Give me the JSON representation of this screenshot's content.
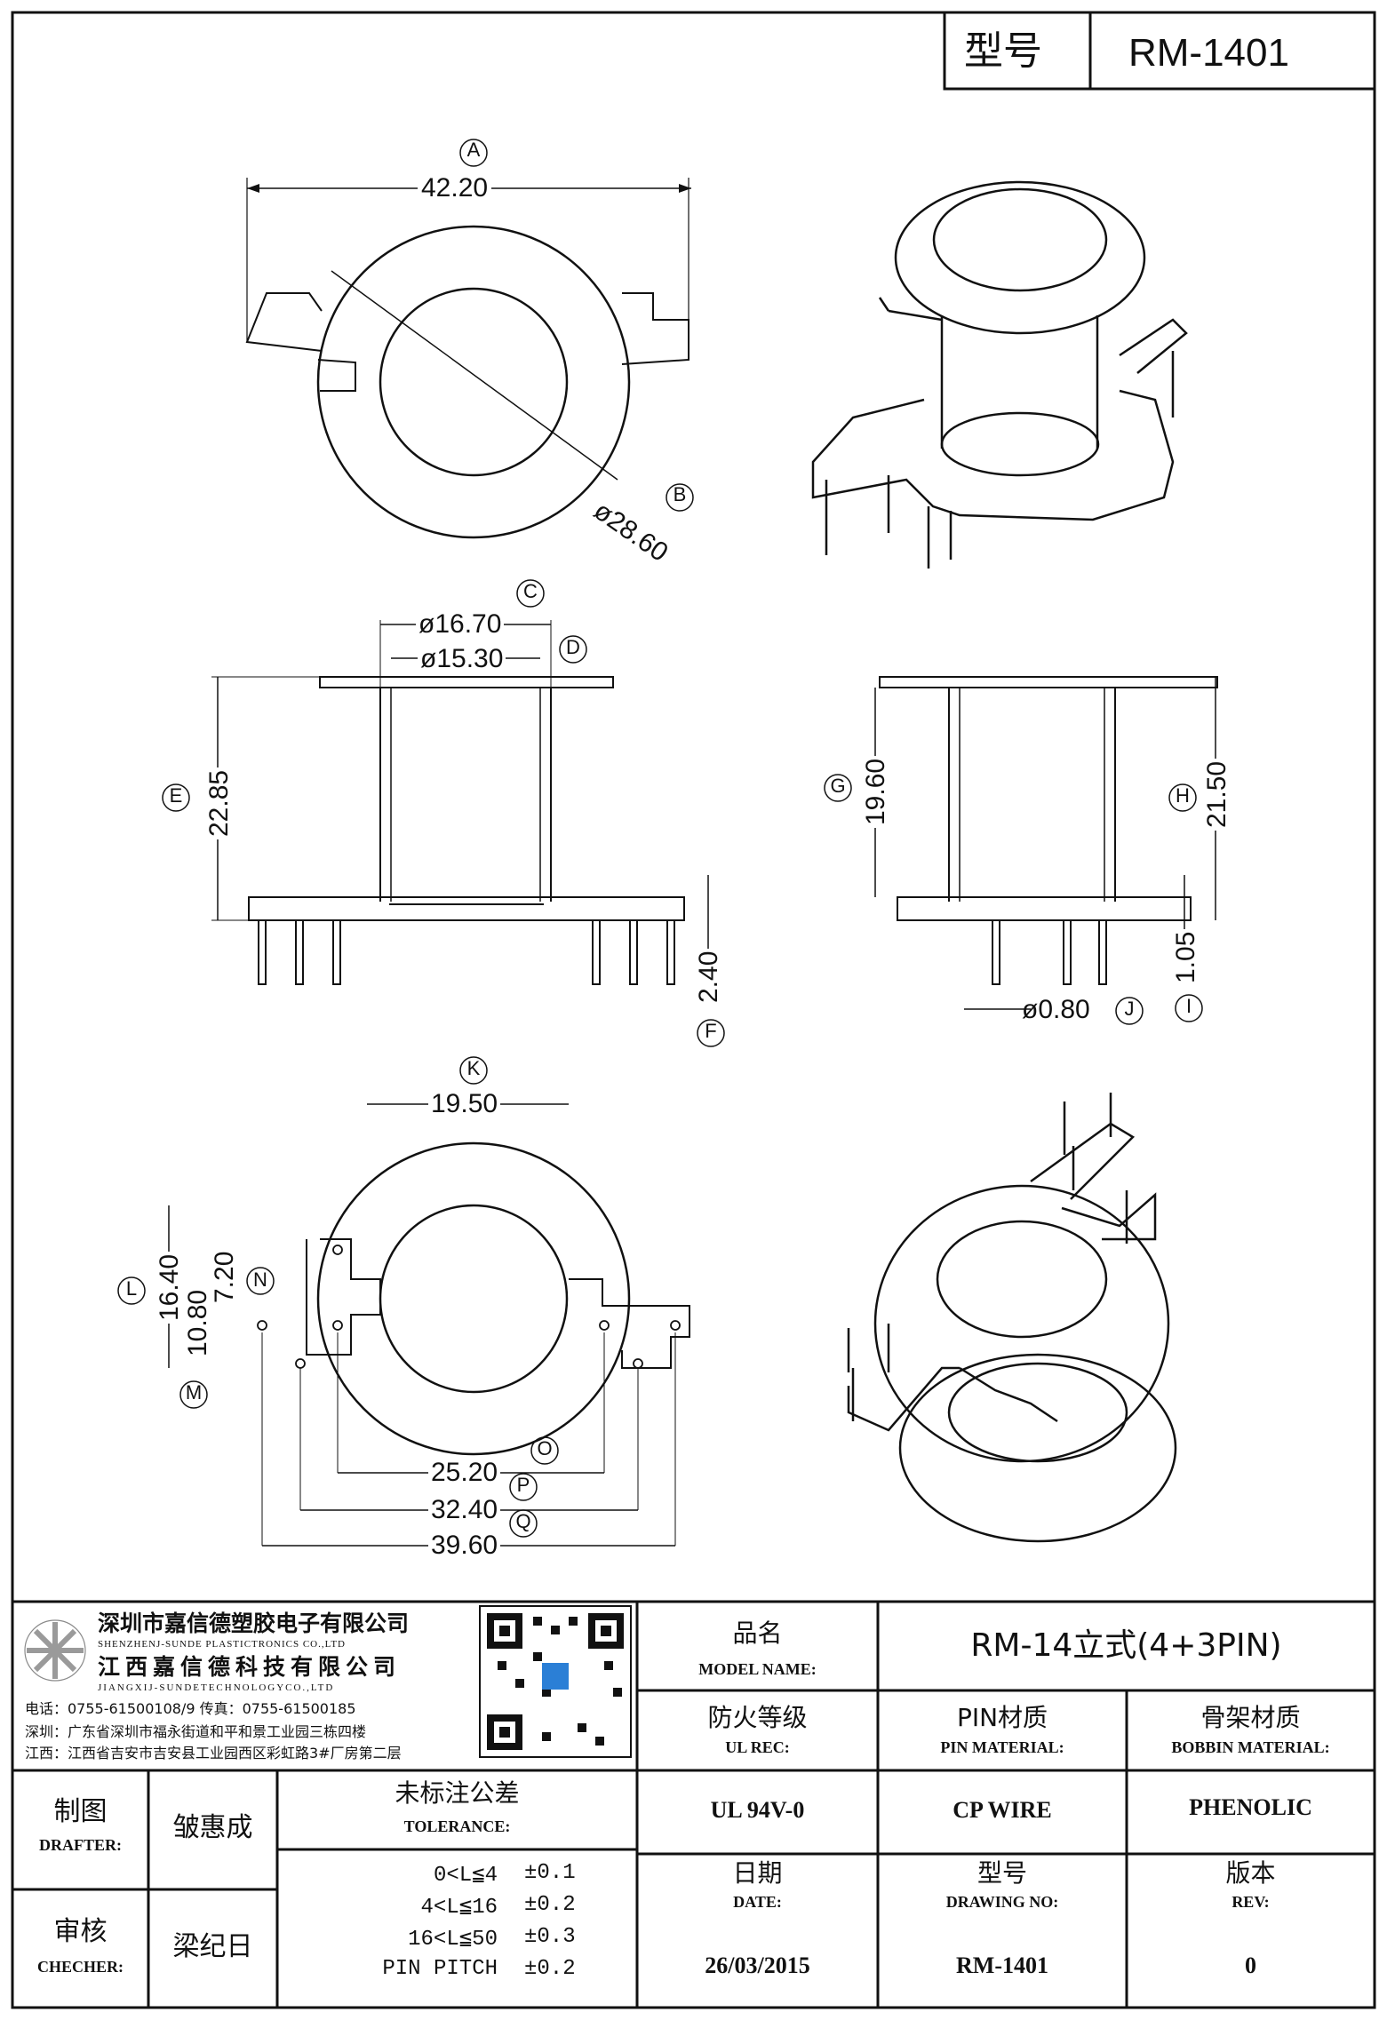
{
  "header": {
    "model_label": "型号",
    "model_value": "RM-1401"
  },
  "views": {
    "top": {
      "A": "A",
      "A_value": "42.20",
      "B": "B",
      "B_value": "ø28.60"
    },
    "front": {
      "C": "C",
      "C_value": "ø16.70",
      "D": "D",
      "D_value": "ø15.30",
      "E": "E",
      "E_value": "22.85",
      "F": "F",
      "F_value": "2.40"
    },
    "side": {
      "G": "G",
      "G_value": "19.60",
      "H": "H",
      "H_value": "21.50",
      "I": "I",
      "I_value": "1.05",
      "J": "J",
      "J_value": "ø0.80"
    },
    "bottom": {
      "K": "K",
      "K_value": "19.50",
      "L": "L",
      "L_value": "16.40",
      "M": "M",
      "M_value": "10.80",
      "N": "N",
      "N_value": "7.20",
      "O": "O",
      "O_value": "25.20",
      "P": "P",
      "P_value": "32.40",
      "Q": "Q",
      "Q_value": "39.60"
    }
  },
  "company": {
    "name_sz": "深圳市嘉信德塑胶电子有限公司",
    "name_sz_en": "SHENZHENJ-SUNDE PLASTICTRONICS CO.,LTD",
    "name_jx": "江西嘉信德科技有限公司",
    "name_jx_en": "JIANGXIJ-SUNDETECHNOLOGYCO.,LTD",
    "phone_line": "电话：0755-61500108/9      传真：0755-61500185",
    "addr_sz": "深圳：广东省深圳市福永街道和平和景工业园三栋四楼",
    "addr_jx": "江西：江西省吉安市吉安县工业园西区彩虹路3#厂房第二层"
  },
  "title_block": {
    "model_name_cn": "品名",
    "model_name_en": "MODEL NAME:",
    "model_name_value": "RM-14立式(4+3PIN)",
    "ul_cn": "防火等级",
    "ul_en": "UL REC:",
    "ul_value": "UL 94V-0",
    "pin_cn": "PIN材质",
    "pin_en": "PIN MATERIAL:",
    "pin_value": "CP WIRE",
    "bobbin_cn": "骨架材质",
    "bobbin_en": "BOBBIN MATERIAL:",
    "bobbin_value": "PHENOLIC",
    "drafter_cn": "制图",
    "drafter_en": "DRAFTER:",
    "drafter_value": "皱惠成",
    "checker_cn": "审核",
    "checker_en": "CHECHER:",
    "checker_value": "梁纪日",
    "tol_cn": "未标注公差",
    "tol_en": "TOLERANCE:",
    "tol_rows": [
      {
        "range": "0<L≦4",
        "value": "±0.1"
      },
      {
        "range": "4<L≦16",
        "value": "±0.2"
      },
      {
        "range": "16<L≦50",
        "value": "±0.3"
      },
      {
        "range": "PIN PITCH",
        "value": "±0.2"
      }
    ],
    "date_cn": "日期",
    "date_en": "DATE:",
    "date_value": "26/03/2015",
    "dwg_cn": "型号",
    "dwg_en": "DRAWING NO:",
    "dwg_value": "RM-1401",
    "rev_cn": "版本",
    "rev_en": "REV:",
    "rev_value": "0"
  }
}
